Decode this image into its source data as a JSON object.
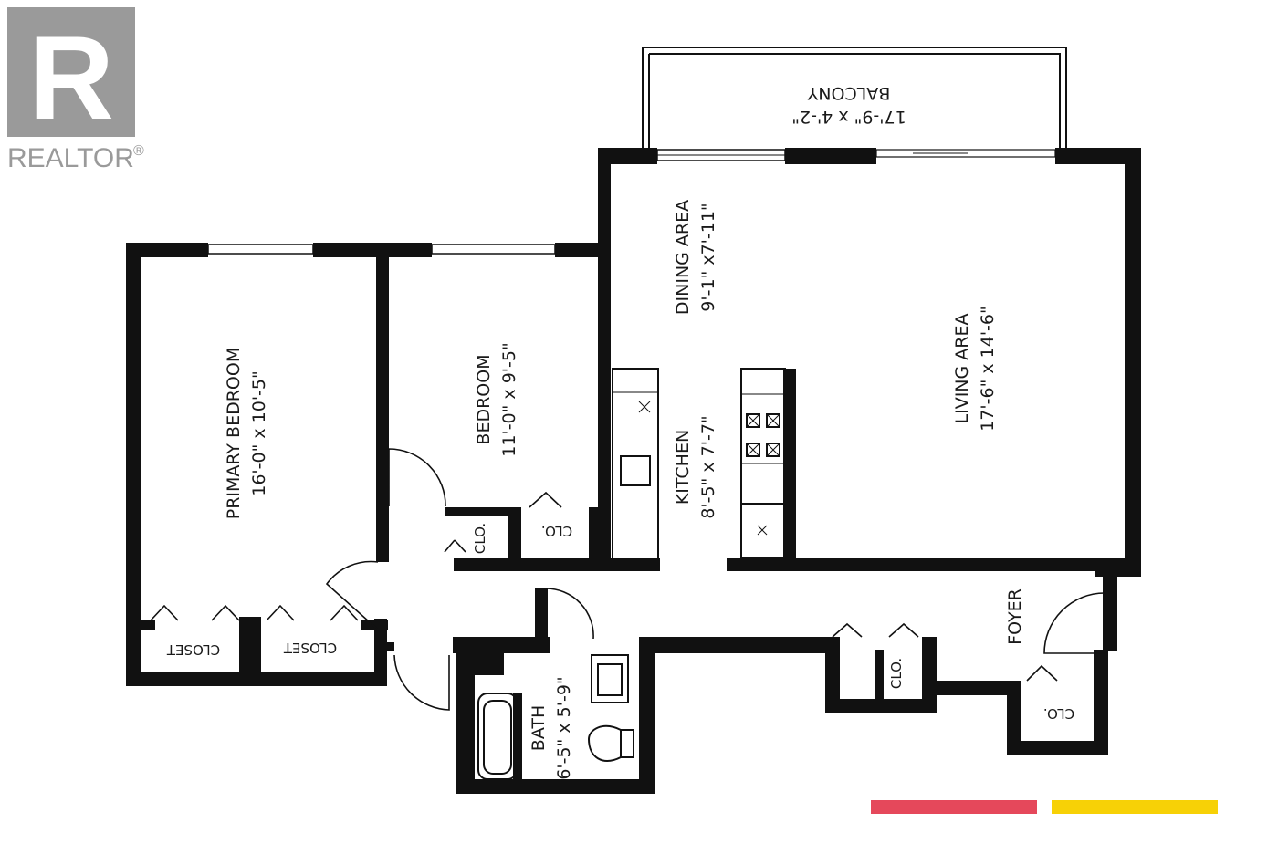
{
  "brand": {
    "name": "REALTOR",
    "mark": "®",
    "logo_letter": "R"
  },
  "rooms": {
    "balcony": {
      "name": "BALCONY",
      "dims": "17'-9\" x 4'-2\""
    },
    "dining": {
      "name": "DINING AREA",
      "dims": "9'-1\" x7'-11\""
    },
    "living": {
      "name": "LIVING AREA",
      "dims": "17'-6\"  x  14'-6\""
    },
    "primary_bedroom": {
      "name": "PRIMARY BEDROOM",
      "dims": "16'-0\"  x 10'-5\""
    },
    "bedroom": {
      "name": "BEDROOM",
      "dims": "11'-0\" x 9'-5\""
    },
    "kitchen": {
      "name": "KITCHEN",
      "dims": "8'-5\" x 7'-7\""
    },
    "bath": {
      "name": "BATH",
      "dims": "6'-5\" x 5'-9\""
    },
    "foyer": {
      "name": "FOYER"
    }
  },
  "closets": {
    "closet_1": "CLOSET",
    "closet_2": "CLOSET",
    "clo_1": "CLO.",
    "clo_2": "CLO.",
    "clo_3": "CLO.",
    "clo_4": "CLO."
  },
  "colors": {
    "accent_red": "#e5485b",
    "accent_yellow": "#f7d106",
    "wall": "#111111",
    "logo_gray": "#9a9a9a"
  }
}
